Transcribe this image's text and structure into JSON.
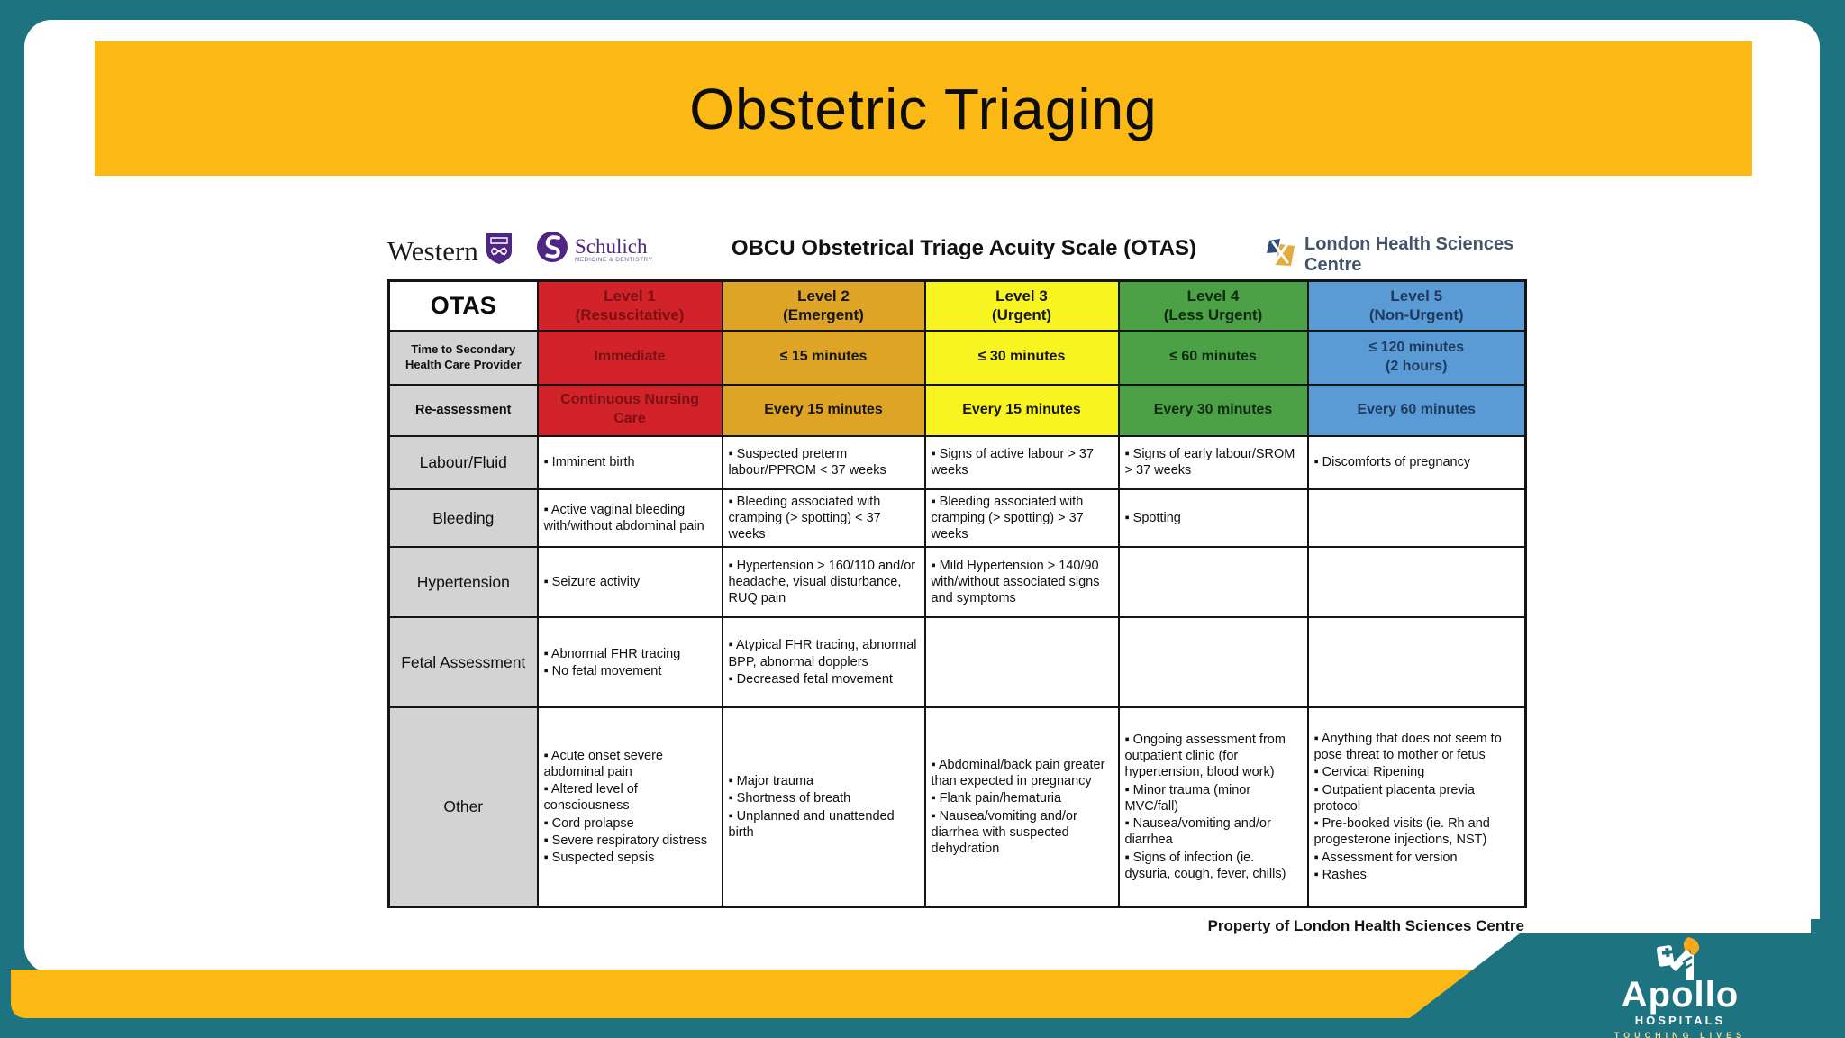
{
  "slide": {
    "title": "Obstetric Triaging",
    "property_note": "Property of London Health Sciences Centre"
  },
  "logos": {
    "western": {
      "name": "Western"
    },
    "schulich": {
      "name": "Schulich",
      "sub": "MEDICINE & DENTISTRY"
    },
    "lhsc": {
      "name": "London Health Sciences Centre"
    },
    "apollo": {
      "name": "Apollo",
      "sub": "HOSPITALS",
      "tagline": "TOUCHING LIVES"
    }
  },
  "colors": {
    "teal_background": "#1d737f",
    "band_yellow": "#fcb814",
    "label_gray": "#d3d3d3",
    "level1_red": "#d2232a",
    "level2_gold": "#dda425",
    "level3_yellow": "#f7f422",
    "level4_green": "#4ca146",
    "level5_blue": "#5b9bd5",
    "level1_text": "#7a1113",
    "level5_text": "#1e3a5f"
  },
  "table": {
    "title": "OBCU Obstetrical Triage Acuity Scale (OTAS)",
    "corner_label": "OTAS",
    "levels": [
      {
        "label": "Level 1",
        "sub": "(Resuscitative)",
        "color": "#d2232a",
        "text_color": "#7a1113"
      },
      {
        "label": "Level 2",
        "sub": "(Emergent)",
        "color": "#dda425",
        "text_color": "#161616"
      },
      {
        "label": "Level 3",
        "sub": "(Urgent)",
        "color": "#f7f422",
        "text_color": "#161616"
      },
      {
        "label": "Level 4",
        "sub": "(Less Urgent)",
        "color": "#4ca146",
        "text_color": "#0f2a10"
      },
      {
        "label": "Level 5",
        "sub": "(Non-Urgent)",
        "color": "#5b9bd5",
        "text_color": "#1e3a5f"
      }
    ],
    "rows": [
      {
        "label": "Time to Secondary Health Care Provider",
        "kind": "time",
        "label_size": "sm",
        "cells": [
          [
            "Immediate"
          ],
          [
            "≤ 15 minutes"
          ],
          [
            "≤ 30 minutes"
          ],
          [
            "≤ 60 minutes"
          ],
          [
            "≤ 120 minutes",
            "(2 hours)"
          ]
        ]
      },
      {
        "label": "Re-assessment",
        "kind": "time",
        "label_size": "md",
        "cells": [
          [
            "Continuous Nursing",
            "Care"
          ],
          [
            "Every 15 minutes"
          ],
          [
            "Every 15 minutes"
          ],
          [
            "Every 30 minutes"
          ],
          [
            "Every 60 minutes"
          ]
        ]
      },
      {
        "label": "Labour/Fluid",
        "kind": "bullets",
        "label_size": "lg",
        "cells": [
          [
            "Imminent birth"
          ],
          [
            "Suspected preterm labour/PPROM < 37 weeks"
          ],
          [
            "Signs of active labour > 37 weeks"
          ],
          [
            "Signs of early labour/SROM > 37 weeks"
          ],
          [
            "Discomforts of pregnancy"
          ]
        ]
      },
      {
        "label": "Bleeding",
        "kind": "bullets",
        "label_size": "lg",
        "cells": [
          [
            "Active vaginal bleeding with/without abdominal pain"
          ],
          [
            "Bleeding associated with cramping (> spotting) < 37 weeks"
          ],
          [
            "Bleeding associated with cramping (> spotting) > 37 weeks"
          ],
          [
            "Spotting"
          ],
          []
        ]
      },
      {
        "label": "Hypertension",
        "kind": "bullets",
        "label_size": "lg",
        "cells": [
          [
            "Seizure activity"
          ],
          [
            "Hypertension > 160/110 and/or headache, visual disturbance, RUQ pain"
          ],
          [
            "Mild Hypertension > 140/90 with/without associated signs and symptoms"
          ],
          [],
          []
        ]
      },
      {
        "label": "Fetal Assessment",
        "kind": "bullets",
        "label_size": "lg",
        "cells": [
          [
            "Abnormal FHR tracing",
            "No fetal movement"
          ],
          [
            "Atypical FHR tracing, abnormal BPP, abnormal dopplers",
            "Decreased fetal movement"
          ],
          [],
          [],
          []
        ]
      },
      {
        "label": "Other",
        "kind": "bullets",
        "label_size": "lg",
        "cells": [
          [
            "Acute onset severe abdominal pain",
            "Altered level of consciousness",
            "Cord prolapse",
            "Severe respiratory distress",
            "Suspected sepsis"
          ],
          [
            "Major trauma",
            "Shortness of breath",
            "Unplanned and unattended birth"
          ],
          [
            "Abdominal/back pain greater than expected in pregnancy",
            "Flank pain/hematuria",
            "Nausea/vomiting and/or diarrhea with suspected dehydration"
          ],
          [
            "Ongoing assessment from outpatient clinic (for hypertension, blood work)",
            "Minor trauma (minor MVC/fall)",
            "Nausea/vomiting and/or diarrhea",
            "Signs of infection (ie. dysuria, cough, fever, chills)"
          ],
          [
            "Anything that does not seem to pose threat to mother or fetus",
            "Cervical Ripening",
            "Outpatient placenta previa protocol",
            "Pre-booked visits (ie. Rh and progesterone injections, NST)",
            "Assessment for version",
            "Rashes"
          ]
        ]
      }
    ]
  }
}
